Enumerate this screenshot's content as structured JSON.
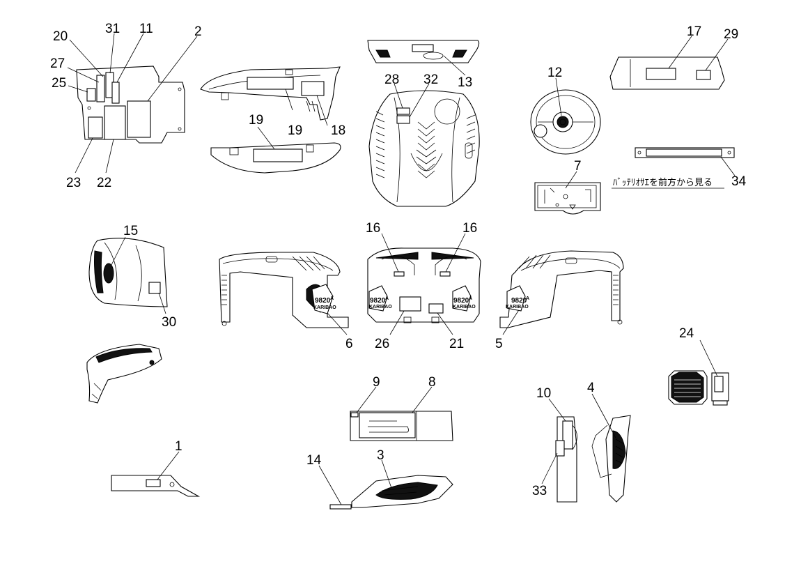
{
  "diagram": {
    "callouts": {
      "c1": "1",
      "c2": "2",
      "c3": "3",
      "c4": "4",
      "c5": "5",
      "c6": "6",
      "c7": "7",
      "c8": "8",
      "c9": "9",
      "c10": "10",
      "c11": "11",
      "c12": "12",
      "c13": "13",
      "c14": "14",
      "c15": "15",
      "c16a": "16",
      "c16b": "16",
      "c17": "17",
      "c18": "18",
      "c19a": "19",
      "c19b": "19",
      "c20": "20",
      "c21": "21",
      "c22": "22",
      "c23": "23",
      "c24": "24",
      "c25": "25",
      "c26": "26",
      "c27": "27",
      "c28": "28",
      "c29": "29",
      "c30": "30",
      "c31": "31",
      "c32": "32",
      "c33": "33",
      "c34": "34"
    },
    "note": "ﾊﾞｯﾃﾘｵｻｴを前方から見る",
    "badge_model": "9820",
    "badge_suffix": "A",
    "badge_brand": "KARIBAO"
  }
}
